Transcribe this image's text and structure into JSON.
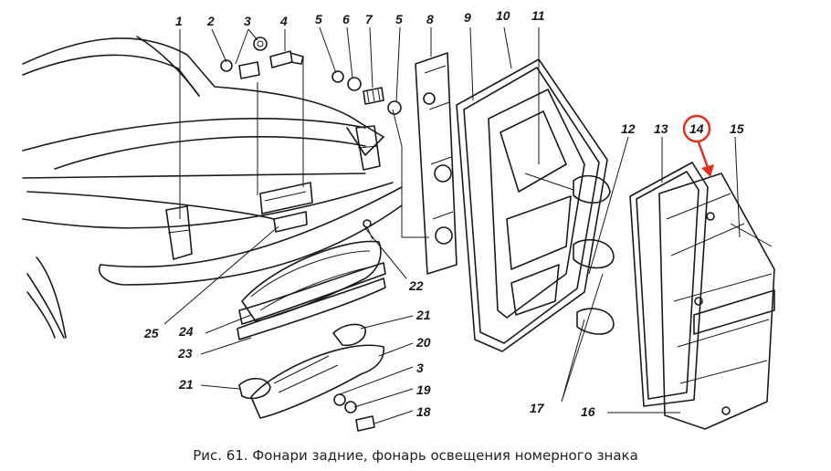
{
  "caption": "Рис. 61. Фонари задние, фонарь освещения номерного знака",
  "callouts": {
    "n1": "1",
    "n2": "2",
    "n3": "3",
    "n4": "4",
    "n5a": "5",
    "n6": "6",
    "n7": "7",
    "n5b": "5",
    "n8": "8",
    "n9": "9",
    "n10": "10",
    "n11": "11",
    "n12": "12",
    "n13": "13",
    "n14": "14",
    "n15": "15",
    "n16": "16",
    "n17": "17",
    "n18": "18",
    "n19": "19",
    "n3b": "3",
    "n20": "20",
    "n21a": "21",
    "n21b": "21",
    "n22": "22",
    "n23": "23",
    "n24": "24",
    "n25": "25"
  },
  "highlight": {
    "color": "#e0301e"
  }
}
